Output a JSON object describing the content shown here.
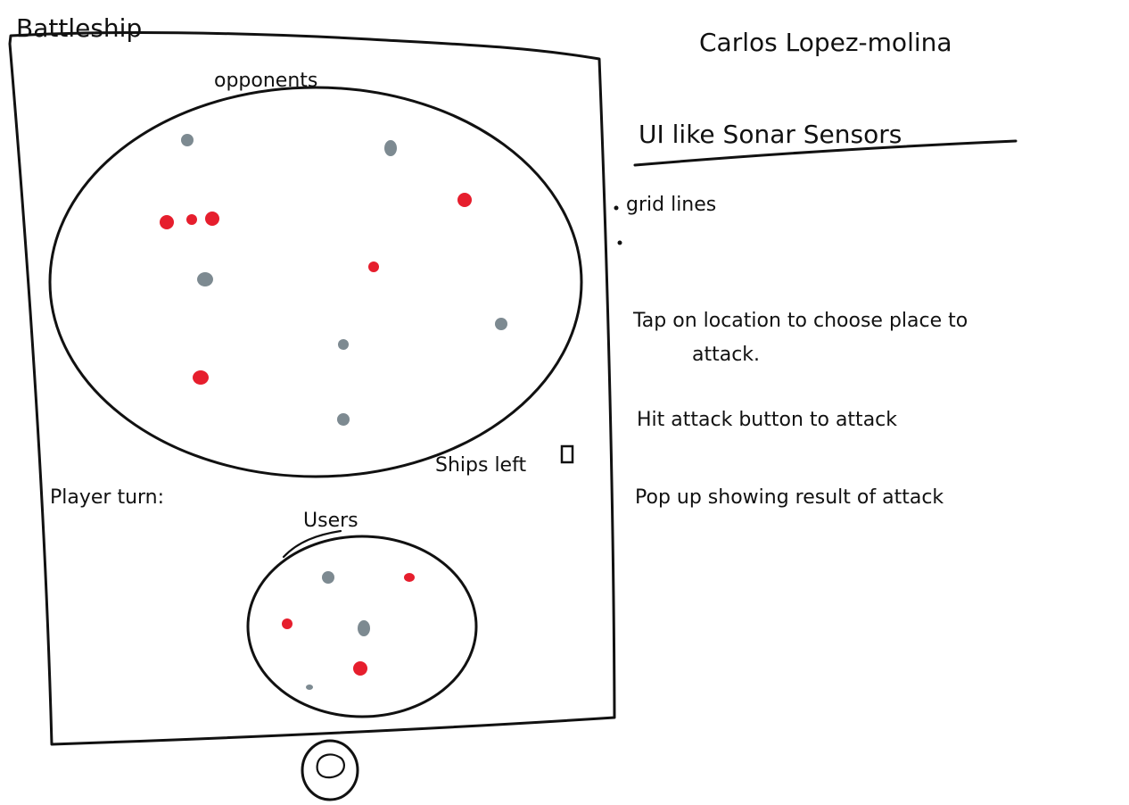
{
  "app": {
    "title": "Battleship",
    "author": "Carlos Lopez-molina"
  },
  "game": {
    "opponent_label": "opponents",
    "player_turn_label": "Player turn:",
    "ships_left_label": "Ships left",
    "ships_left_value": "",
    "user_label": "Users"
  },
  "notes": {
    "heading": "UI like Sonar Sensors",
    "items": [
      "grid lines",
      "",
      "Tap on location to choose place to",
      "attack.",
      "Hit attack button to attack",
      "Pop up showing result of attack"
    ]
  },
  "colors": {
    "miss": "#7d8a91",
    "hit": "#e61e2d",
    "ink": "#111111"
  },
  "board_markers": {
    "opponent": [
      {
        "type": "miss"
      },
      {
        "type": "miss"
      },
      {
        "type": "hit"
      },
      {
        "type": "hit"
      },
      {
        "type": "hit"
      },
      {
        "type": "hit"
      },
      {
        "type": "hit"
      },
      {
        "type": "miss"
      },
      {
        "type": "miss"
      },
      {
        "type": "miss"
      },
      {
        "type": "hit"
      },
      {
        "type": "miss"
      }
    ],
    "user": [
      {
        "type": "miss"
      },
      {
        "type": "hit"
      },
      {
        "type": "hit"
      },
      {
        "type": "miss"
      },
      {
        "type": "hit"
      },
      {
        "type": "miss"
      }
    ]
  },
  "controls": {
    "home_icon": "home-button-icon"
  }
}
